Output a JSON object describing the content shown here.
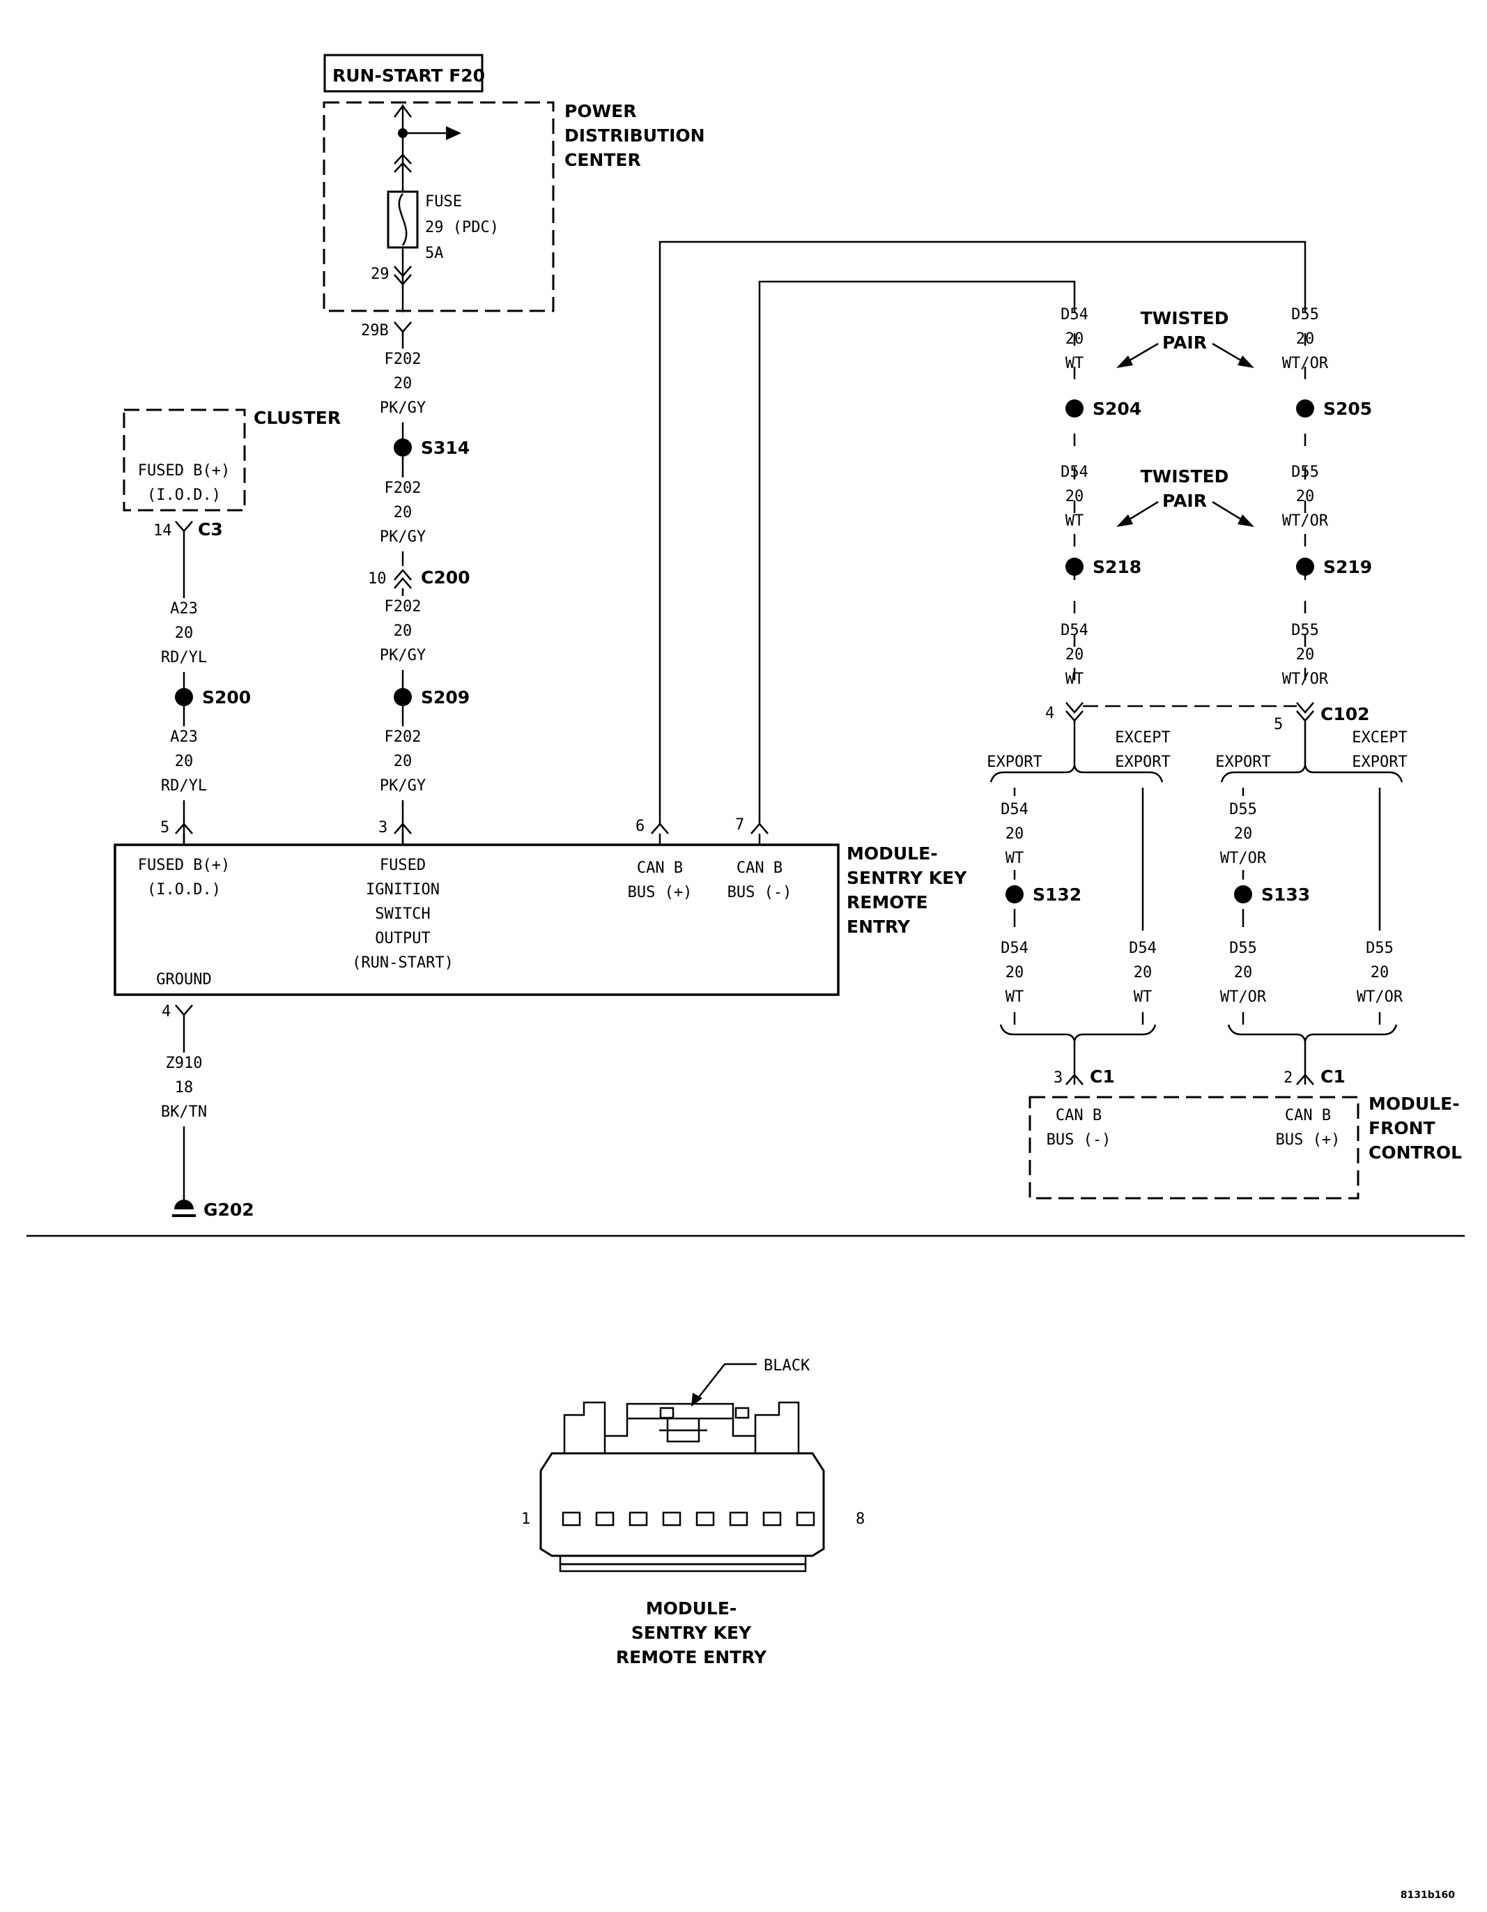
{
  "diagram": {
    "power_source": {
      "fuse_name": "RUN-START F20",
      "center_label": [
        "POWER",
        "DISTRIBUTION",
        "CENTER"
      ],
      "fuse_text": [
        "FUSE",
        "29 (PDC)",
        "5A"
      ],
      "pin_top": "29",
      "pin_bottom": "29B"
    },
    "cluster": {
      "title": "CLUSTER",
      "text": [
        "FUSED B(+)",
        "(I.O.D.)"
      ],
      "pin": "14",
      "connector": "C3"
    },
    "wires": {
      "f202": [
        "F202",
        "20",
        "PK/GY"
      ],
      "a23": [
        "A23",
        "20",
        "RD/YL"
      ],
      "z910": [
        "Z910",
        "18",
        "BK/TN"
      ],
      "d54": [
        "D54",
        "20",
        "WT"
      ],
      "d55": [
        "D55",
        "20",
        "WT/OR"
      ]
    },
    "splices": {
      "s314": "S314",
      "s209": "S209",
      "s200": "S200",
      "s204": "S204",
      "s205": "S205",
      "s218": "S218",
      "s219": "S219",
      "s132": "S132",
      "s133": "S133"
    },
    "c200": {
      "pin": "10",
      "name": "C200"
    },
    "c102": {
      "name": "C102",
      "pin_left": "4",
      "pin_right": "5"
    },
    "twisted_pair": [
      "TWISTED",
      "PAIR"
    ],
    "export_label": "EXPORT",
    "except_export": [
      "EXCEPT",
      "EXPORT"
    ],
    "module_ske": {
      "title": [
        "MODULE-",
        "SENTRY KEY",
        "REMOTE",
        "ENTRY"
      ],
      "pins": {
        "fused_b": "5",
        "ignition": "3",
        "can_plus": "6",
        "can_minus": "7",
        "ground": "4"
      },
      "fused_b_text": [
        "FUSED B(+)",
        "(I.O.D.)"
      ],
      "ignition_text": [
        "FUSED",
        "IGNITION",
        "SWITCH",
        "OUTPUT",
        "(RUN-START)"
      ],
      "can_plus_text": [
        "CAN B",
        "BUS (+)"
      ],
      "can_minus_text": [
        "CAN B",
        "BUS (-)"
      ],
      "ground_text": "GROUND"
    },
    "ground": {
      "name": "G202"
    },
    "module_fc": {
      "title": [
        "MODULE-",
        "FRONT",
        "CONTROL"
      ],
      "connector": "C1",
      "pin_minus": "3",
      "pin_plus": "2",
      "can_minus_text": [
        "CAN B",
        "BUS (-)"
      ],
      "can_plus_text": [
        "CAN B",
        "BUS (+)"
      ]
    },
    "connector_view": {
      "color_label": "BLACK",
      "pin_first": "1",
      "pin_last": "8",
      "title": [
        "MODULE-",
        "SENTRY KEY",
        "REMOTE ENTRY"
      ]
    },
    "figure_id": "8131b160"
  }
}
